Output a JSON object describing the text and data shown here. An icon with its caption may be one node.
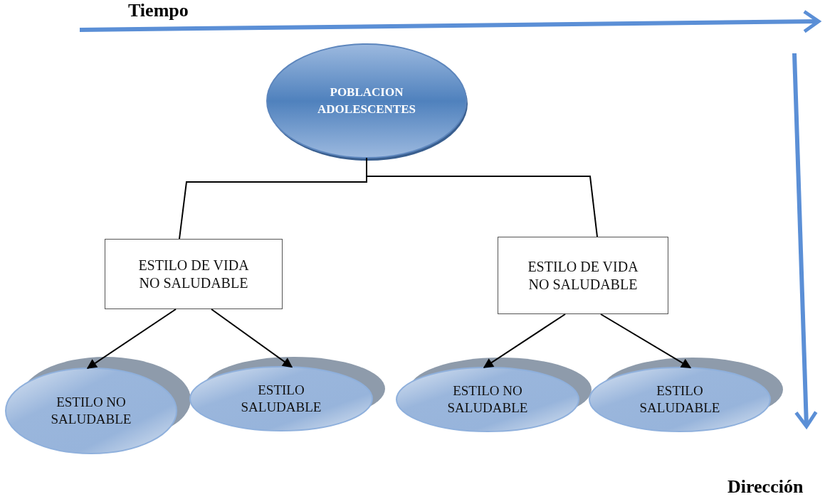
{
  "diagram": {
    "nodes": [
      {
        "text": [
          "POBLACION ADOLESCENTES"
        ]
      },
      {
        "text": [
          "ESTILO DE VIDA NO SALUDABLE"
        ]
      },
      {
        "text": [
          "ESTILO DE VIDA NO SALUDABLE"
        ]
      },
      {
        "text": [
          "ESTILO NO SALUDABLE"
        ]
      },
      {
        "text": [
          "ESTILO SALUDABLE"
        ]
      },
      {
        "text": [
          "ESTILO NO SALUDABLE"
        ]
      },
      {
        "text": [
          "ESTILO SALUDABLE"
        ]
      }
    ],
    "edges": [
      {
        "from": 0,
        "to": 1,
        "arrow": "none"
      },
      {
        "from": 0,
        "to": 2,
        "arrow": "none"
      },
      {
        "from": 1,
        "to": 3,
        "arrow": "to"
      },
      {
        "from": 1,
        "to": 4,
        "arrow": "to"
      },
      {
        "from": 2,
        "to": 5,
        "arrow": "to"
      },
      {
        "from": 2,
        "to": 6,
        "arrow": "to"
      }
    ],
    "labels": [
      "Tiempo",
      "Dirección"
    ]
  }
}
